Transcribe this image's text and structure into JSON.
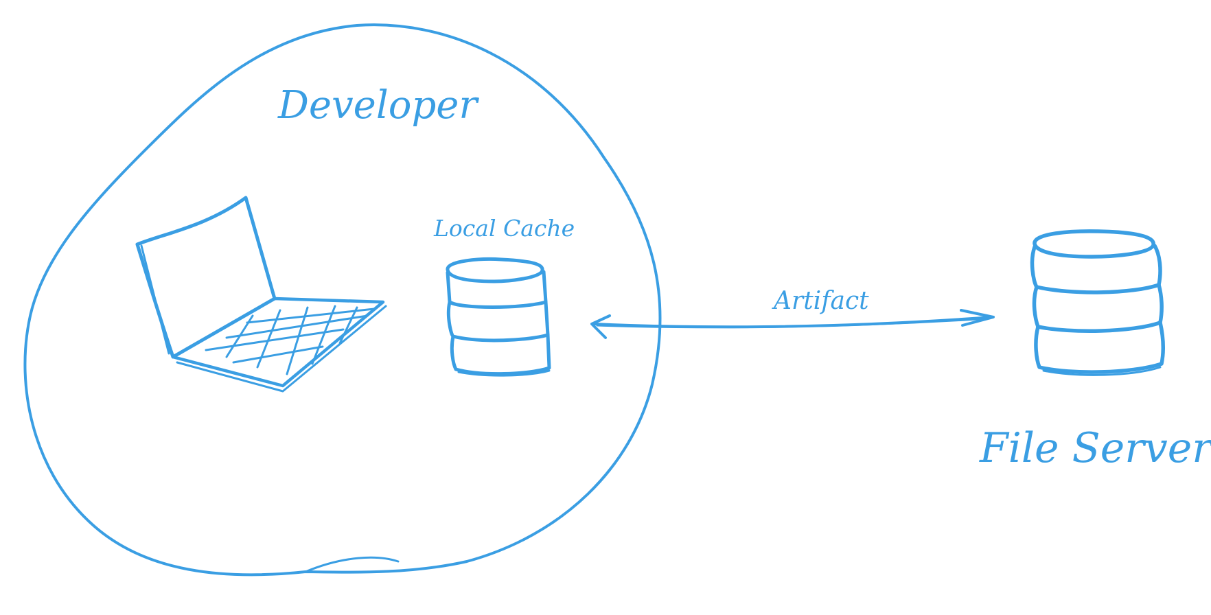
{
  "diagram": {
    "ink_color": "#3a9ee3",
    "background": "#ffffff",
    "labels": {
      "developer": "Developer",
      "local_cache": "Local Cache",
      "artifact": "Artifact",
      "file_server": "File Server"
    },
    "nodes": [
      {
        "id": "developer",
        "icon": "laptop-icon"
      },
      {
        "id": "local-cache",
        "icon": "database-icon"
      },
      {
        "id": "file-server",
        "icon": "database-icon"
      }
    ],
    "edges": [
      {
        "from": "local-cache",
        "to": "file-server",
        "direction": "both"
      }
    ]
  }
}
